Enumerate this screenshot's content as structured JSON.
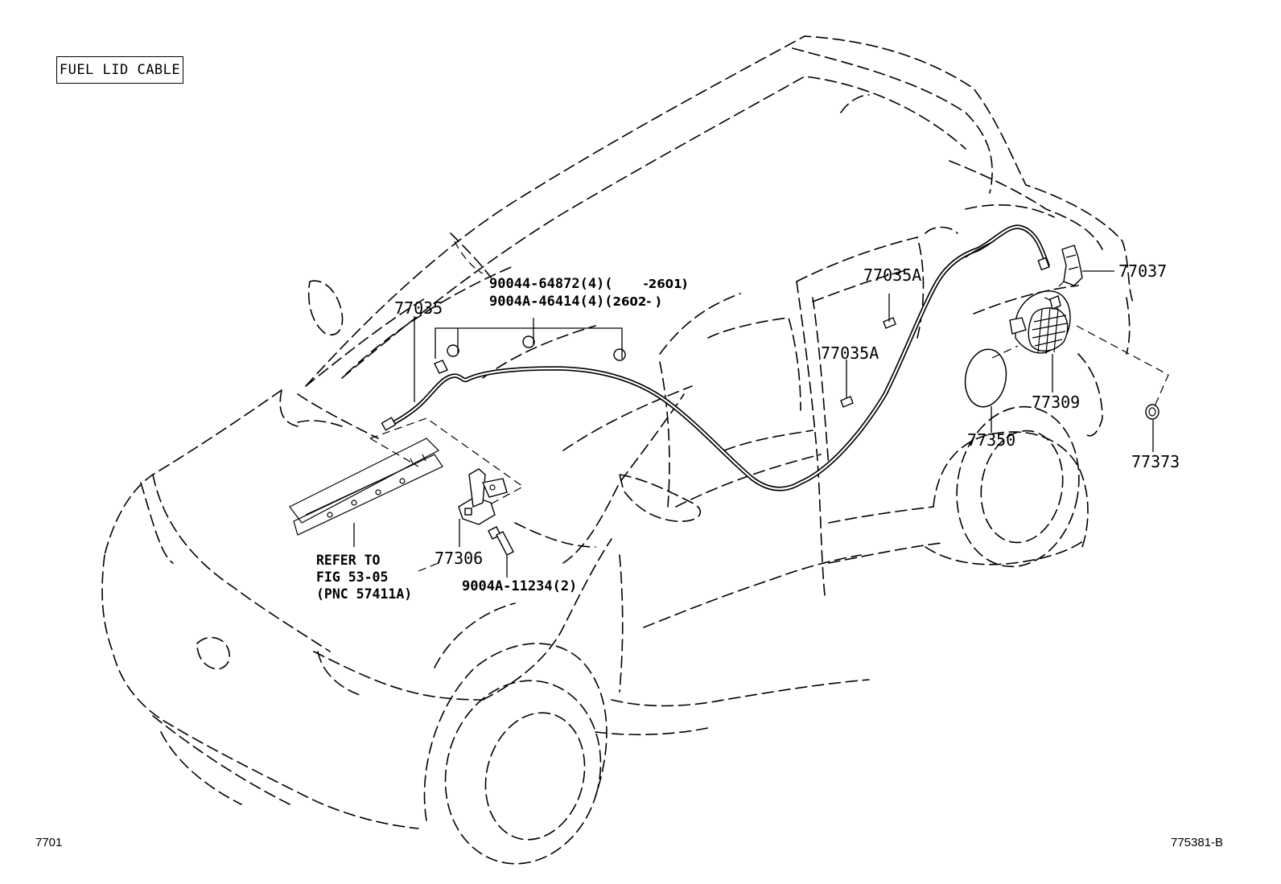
{
  "diagram": {
    "title": "FUEL LID CABLE",
    "footer_left": "7701",
    "footer_right": "775381-B",
    "labels": {
      "p77035": "77035",
      "p90044_line1": "90044-64872(4)(",
      "p90044_range1": "-2601)",
      "p90044_line2": "9004A-46414(4)(",
      "p90044_range2": "2602-      )",
      "p77035A_upper": "77035A",
      "p77035A_lower": "77035A",
      "p77037": "77037",
      "p77309": "77309",
      "p77350": "77350",
      "p77373": "77373",
      "p77306": "77306",
      "p9004A_11234": "9004A-11234(2)",
      "refer_note": "REFER TO\nFIG 53-05\n(PNC 57411A)"
    },
    "icons": [
      "vehicle-outline-icon",
      "fuel-lid-cable-icon",
      "cable-clamp-icon",
      "fuel-lid-opener-lever-icon",
      "bolt-icon",
      "fuel-lid-lock-icon",
      "fuel-filler-housing-icon",
      "fuel-filler-door-icon",
      "grommet-icon"
    ]
  }
}
